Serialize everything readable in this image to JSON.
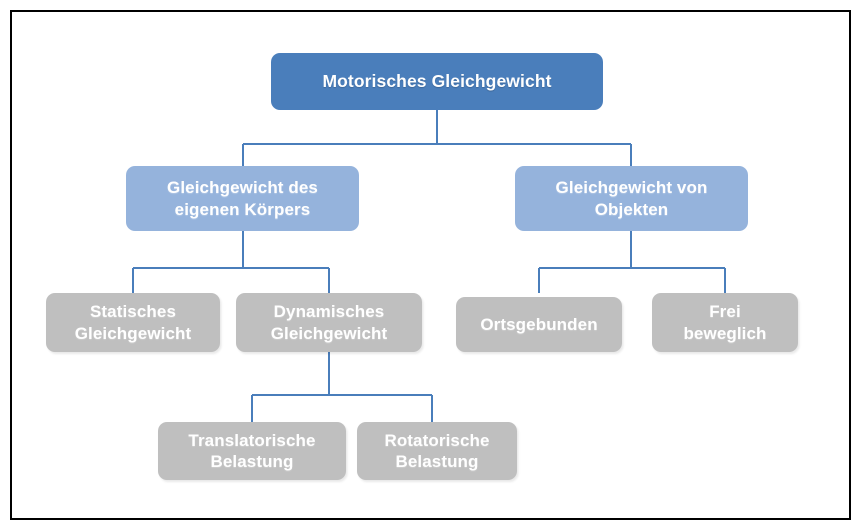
{
  "diagram": {
    "type": "hierarchy-tree",
    "title": "Motorisches Gleichgewicht",
    "colors": {
      "root_fill": "#4A7EBB",
      "level2_fill": "#95B3DC",
      "leaf_fill": "#BFBFBF",
      "connector": "#4A7EBB",
      "border": "#000000",
      "text": "#FFFFFF",
      "background": "#FFFFFF"
    },
    "nodes": {
      "root": "Motorisches Gleichgewicht",
      "body_balance": "Gleichgewicht des\neigenen Körpers",
      "object_balance": "Gleichgewicht von\nObjekten",
      "static_balance": "Statisches\nGleichgewicht",
      "dynamic_balance": "Dynamisches\nGleichgewicht",
      "place_bound": "Ortsgebunden",
      "freely_movable": "Frei\nbeweglich",
      "translational_load": "Translatorische\nBelastung",
      "rotational_load": "Rotatorische\nBelastung"
    }
  }
}
